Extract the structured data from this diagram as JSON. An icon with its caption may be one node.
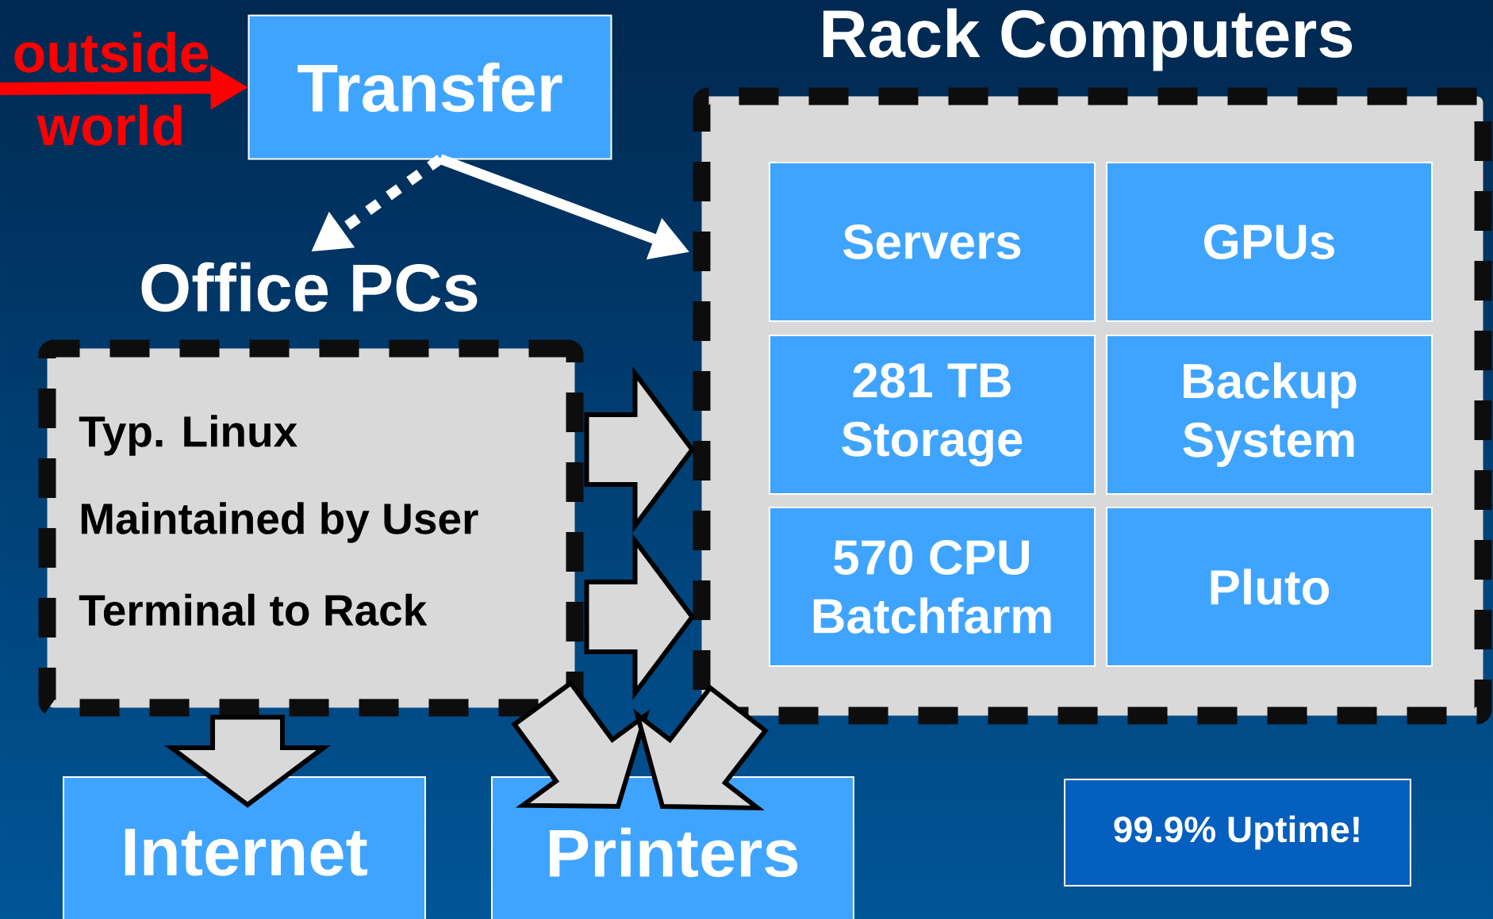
{
  "diagram": {
    "nodes": [
      {
        "text": [
          "outside world"
        ]
      },
      {
        "text": [
          "Transfer"
        ]
      },
      {
        "text": [
          "Office PCs",
          "Typ. Linux",
          "Maintained by User",
          "Terminal to Rack"
        ]
      },
      {
        "text": [
          "Rack Computers"
        ]
      },
      {
        "text": [
          "Servers"
        ],
        "in": 3
      },
      {
        "text": [
          "GPUs"
        ],
        "in": 3
      },
      {
        "text": [
          "281 TB Storage"
        ],
        "in": 3
      },
      {
        "text": [
          "Backup System"
        ],
        "in": 3
      },
      {
        "text": [
          "570 CPU Batchfarm"
        ],
        "in": 3
      },
      {
        "text": [
          "Pluto"
        ],
        "in": 3
      },
      {
        "text": [
          "Internet"
        ]
      },
      {
        "text": [
          "Printers"
        ]
      },
      {
        "text": [
          "99.9% Uptime!"
        ]
      }
    ],
    "edges": [
      {
        "from": 0,
        "to": 1,
        "arrow": "to",
        "color": "#ff0000"
      },
      {
        "from": 1,
        "to": 2,
        "arrow": "to",
        "style": "dashed",
        "color": "#ffffff"
      },
      {
        "from": 1,
        "to": 3,
        "arrow": "to",
        "color": "#ffffff"
      },
      {
        "from": 2,
        "to": 3,
        "arrow": "to",
        "style": "thick"
      },
      {
        "from": 2,
        "to": 3,
        "arrow": "to",
        "style": "thick"
      },
      {
        "from": 2,
        "to": 10,
        "arrow": "to",
        "style": "thick"
      },
      {
        "from": 2,
        "to": 11,
        "arrow": "to",
        "style": "thick"
      },
      {
        "from": 3,
        "to": 11,
        "arrow": "to",
        "style": "thick"
      }
    ]
  }
}
